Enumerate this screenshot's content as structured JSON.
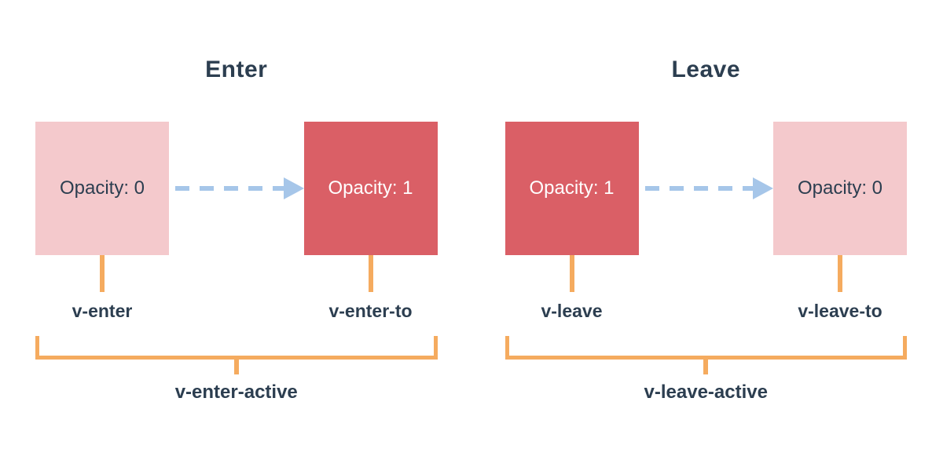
{
  "colors": {
    "background": "#ffffff",
    "navy": "#2c3e50",
    "pink": "#f4c9cc",
    "red": "#da5f66",
    "orange": "#f5ab5f",
    "blue": "#a6c6e9",
    "box_text_on_red": "#ffffff"
  },
  "sections": [
    {
      "id": "enter",
      "title": "Enter",
      "start_box": {
        "text": "Opacity: 0",
        "style": "faded"
      },
      "end_box": {
        "text": "Opacity: 1",
        "style": "solid"
      },
      "start_label": "v-enter",
      "end_label": "v-enter-to",
      "active_label": "v-enter-active"
    },
    {
      "id": "leave",
      "title": "Leave",
      "start_box": {
        "text": "Opacity: 1",
        "style": "solid"
      },
      "end_box": {
        "text": "Opacity: 0",
        "style": "faded"
      },
      "start_label": "v-leave",
      "end_label": "v-leave-to",
      "active_label": "v-leave-active"
    }
  ]
}
